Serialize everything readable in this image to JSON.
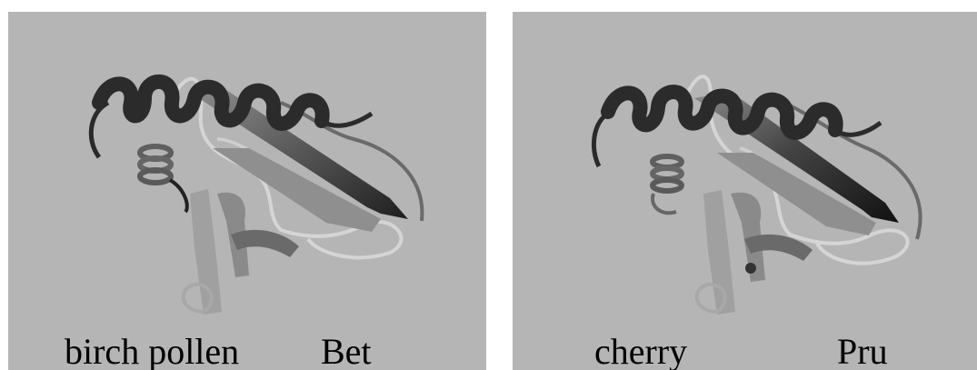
{
  "panels": [
    {
      "id": "birch",
      "labels": [
        "birch pollen",
        "Bet"
      ],
      "background": "#b5b5b5",
      "colors": {
        "helix": "#2b2b2b",
        "sheet_dark": "#1e1e1e",
        "sheet_mid": "#7a7a7a",
        "sheet_light": "#a2a2a2",
        "coil": "#d8d8d8",
        "small_helix": "#6a6a6a"
      }
    },
    {
      "id": "cherry",
      "labels": [
        "cherry",
        "Pru"
      ],
      "background": "#b5b5b5",
      "colors": {
        "helix": "#2b2b2b",
        "sheet_dark": "#141414",
        "sheet_mid": "#7a7a7a",
        "sheet_light": "#a2a2a2",
        "coil": "#d8d8d8",
        "small_helix": "#6a6a6a"
      }
    }
  ]
}
